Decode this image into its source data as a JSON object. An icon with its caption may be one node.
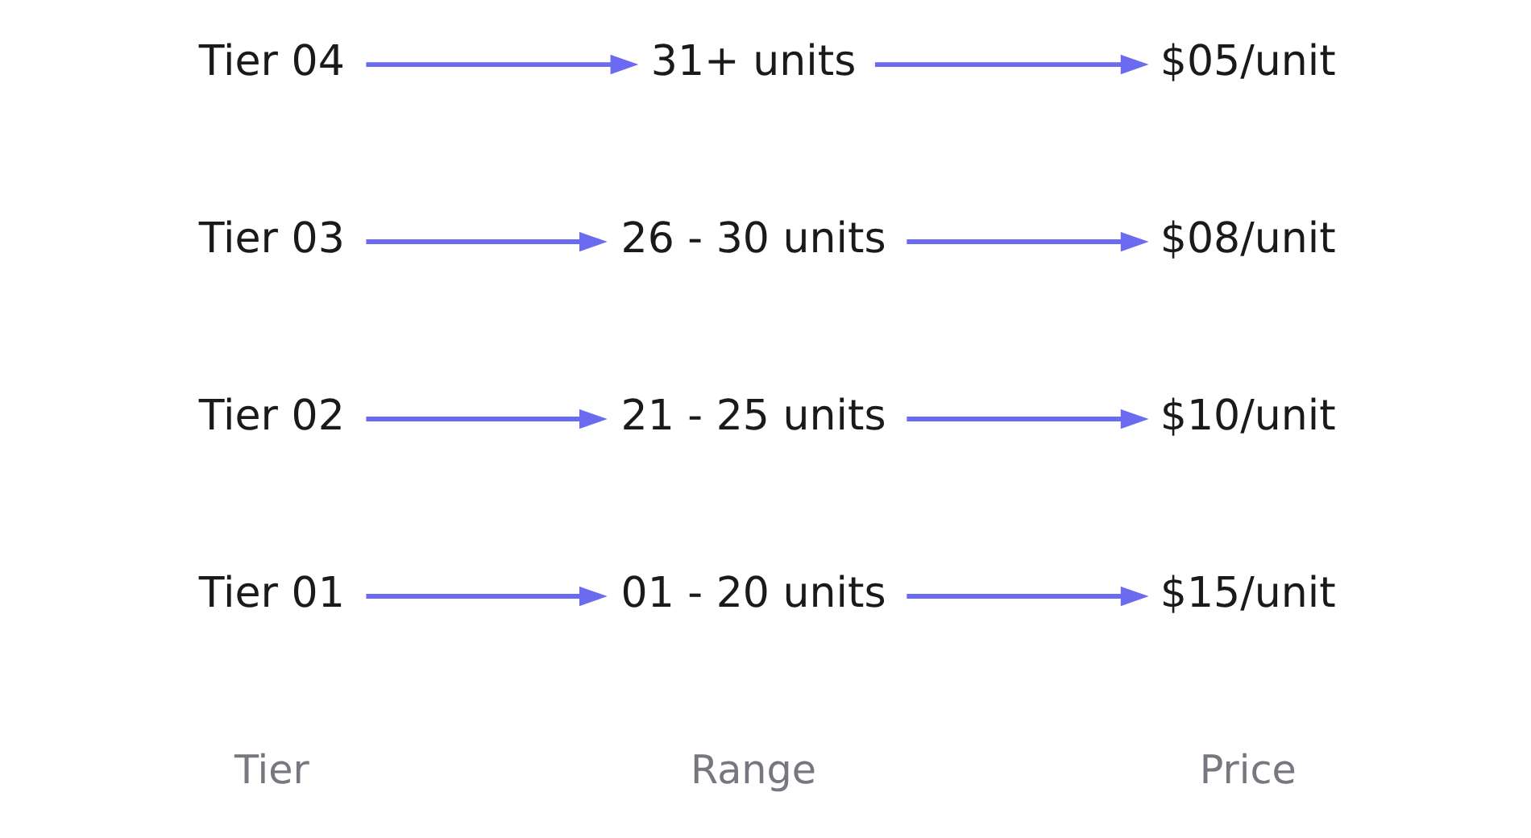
{
  "diagram": {
    "nodes": [
      {
        "text": [
          "Tier 01"
        ]
      },
      {
        "text": [
          "01 - 20 units"
        ]
      },
      {
        "text": [
          "$15/unit"
        ]
      },
      {
        "text": [
          "Tier 02"
        ]
      },
      {
        "text": [
          "21 - 25 units"
        ]
      },
      {
        "text": [
          "$10/unit"
        ]
      },
      {
        "text": [
          "Tier 03"
        ]
      },
      {
        "text": [
          "26 - 30 units"
        ]
      },
      {
        "text": [
          "$08/unit"
        ]
      },
      {
        "text": [
          "Tier 04"
        ]
      },
      {
        "text": [
          "31+ units"
        ]
      },
      {
        "text": [
          "$05/unit"
        ]
      }
    ],
    "edges": [
      {
        "from": 0,
        "to": 1,
        "arrow": "to"
      },
      {
        "from": 1,
        "to": 2,
        "arrow": "to"
      },
      {
        "from": 3,
        "to": 4,
        "arrow": "to"
      },
      {
        "from": 4,
        "to": 5,
        "arrow": "to"
      },
      {
        "from": 6,
        "to": 7,
        "arrow": "to"
      },
      {
        "from": 7,
        "to": 8,
        "arrow": "to"
      },
      {
        "from": 9,
        "to": 10,
        "arrow": "to"
      },
      {
        "from": 10,
        "to": 11,
        "arrow": "to"
      }
    ],
    "labels": [
      "Tier",
      "Range",
      "Price"
    ]
  }
}
